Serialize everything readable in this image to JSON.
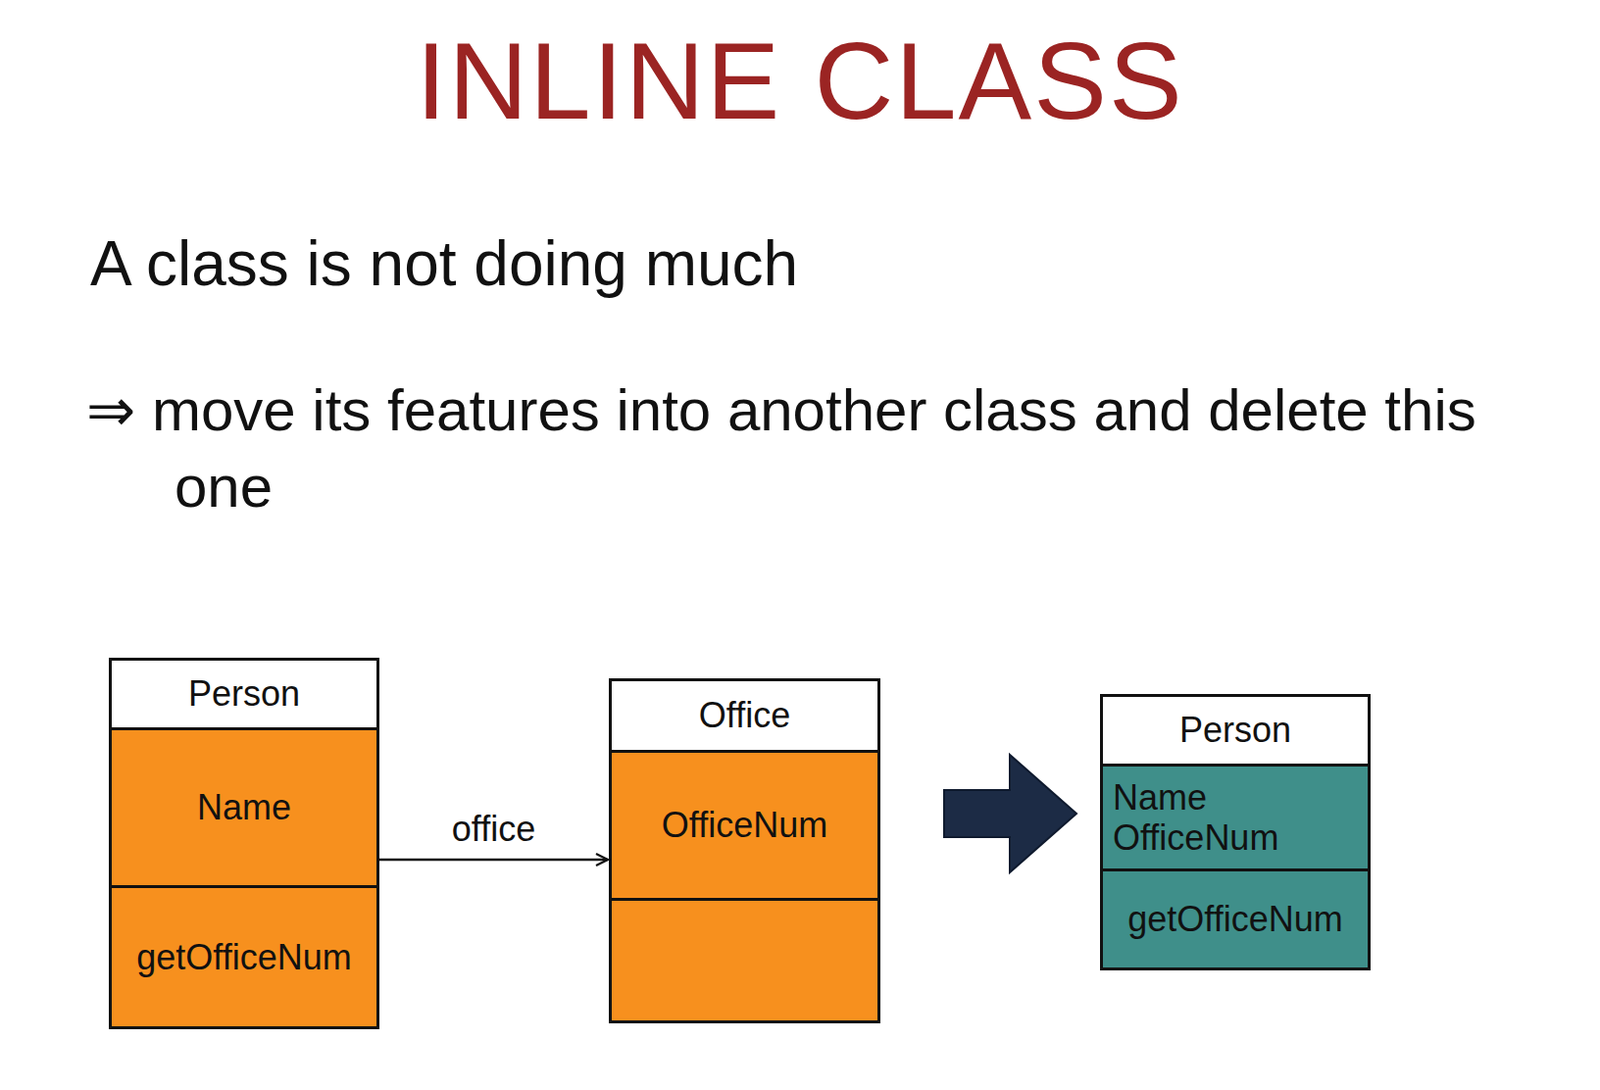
{
  "diagram": {
    "title": "INLINE CLASS",
    "nodes": [
      {
        "text": [
          "Person",
          "Name",
          "getOfficeNum"
        ]
      },
      {
        "text": [
          "Office",
          "OfficeNum"
        ]
      },
      {
        "text": [
          "Person",
          "Name",
          "OfficeNum",
          "getOfficeNum"
        ]
      }
    ],
    "edges": [
      {
        "from": 0,
        "to": 1,
        "arrow": "to",
        "label": "office"
      }
    ],
    "labels": [
      "A class is not doing much",
      "⇒ move its features into another class and delete this one"
    ]
  }
}
